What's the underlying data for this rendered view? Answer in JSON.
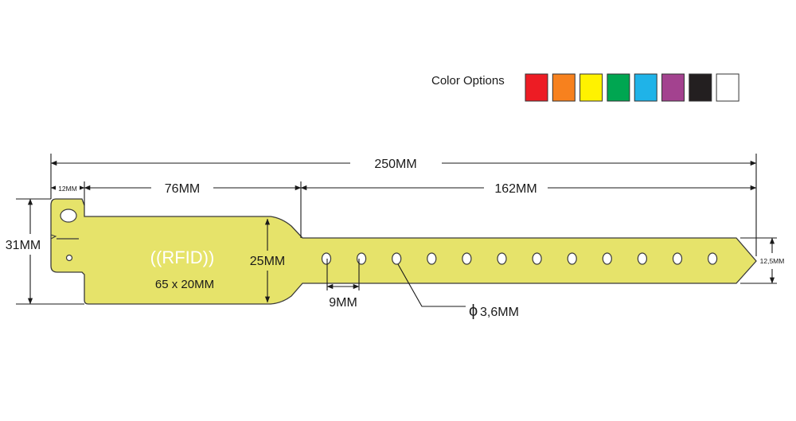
{
  "color_options": {
    "label": "Color Options",
    "swatches": [
      {
        "name": "red",
        "color": "#ed1c24"
      },
      {
        "name": "orange",
        "color": "#f7811e"
      },
      {
        "name": "yellow",
        "color": "#fff200"
      },
      {
        "name": "green",
        "color": "#00a651"
      },
      {
        "name": "blue",
        "color": "#1fb3e8"
      },
      {
        "name": "purple",
        "color": "#a3428f"
      },
      {
        "name": "black",
        "color": "#231f20"
      },
      {
        "name": "white",
        "color": "#ffffff"
      }
    ]
  },
  "wristband": {
    "color": "#e6e36a",
    "rfid_label": "((RFID))",
    "chip_size": "65 x 20MM",
    "hole_count": 12
  },
  "dimensions": {
    "total_length": "250MM",
    "tab_width": "12MM",
    "head_length": "76MM",
    "strap_length": "162MM",
    "total_height": "31MM",
    "head_height": "25MM",
    "strap_height": "12,5MM",
    "hole_spacing": "9MM",
    "hole_diameter_symbol": "ϕ",
    "hole_diameter": "3,6MM"
  }
}
